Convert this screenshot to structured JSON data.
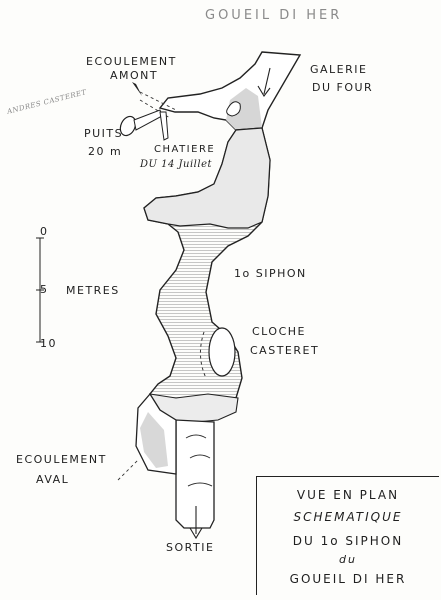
{
  "title": "GOUEIL DI HER",
  "author": "ANDRES CASTERET",
  "labels": {
    "ecoulement_amont_1": "ECOULEMENT",
    "ecoulement_amont_2": "AMONT",
    "galerie_1": "GALERIE",
    "galerie_2": "DU FOUR",
    "puits_1": "PUITS",
    "puits_2": "20 m",
    "chatiere_1": "CHATIERE",
    "chatiere_2": "DU 14 Juillet",
    "siphon": "1o SIPHON",
    "cloche_1": "CLOCHE",
    "cloche_2": "CASTERET",
    "ecoulement_aval_1": "ECOULEMENT",
    "ecoulement_aval_2": "AVAL",
    "sortie": "SORTIE"
  },
  "scale": {
    "tick_0": "0",
    "tick_5": "5",
    "unit": "METRES",
    "tick_10": "10"
  },
  "legend": {
    "line1": "VUE EN PLAN",
    "line2": "SCHEMATIQUE",
    "line3": "DU 1o SIPHON",
    "line4": "du",
    "line5": "GOUEIL DI HER"
  }
}
